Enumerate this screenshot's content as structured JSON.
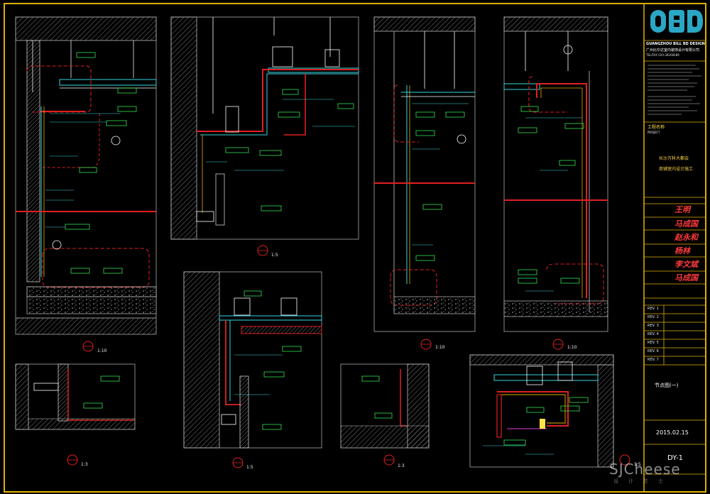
{
  "title_block": {
    "firm_english": "GUANGZHOU BILL BD DESIGN",
    "firm_chinese": "广州比尔达室内装饰设计有限公司",
    "firm_tel": "TEL/FAX  020-38208289",
    "project_label": "工程名称",
    "project_label_en": "PROJECT",
    "project_name_line1": "长沙万科大都会",
    "project_name_line2": "商铺室内设计施工",
    "drawing_title": "节点图(一)",
    "date": "2015.02.15",
    "drawing_number": "DY-1",
    "signatures": [
      "王明",
      "马成国",
      "赵永和",
      "杨林",
      "李文斌",
      "马成国"
    ],
    "revision_rows": [
      "REV. 1",
      "REV. 2",
      "REV. 3",
      "REV. 4",
      "REV. 5",
      "REV. 6",
      "REV. 7"
    ]
  },
  "scales": [
    "1:10",
    "1:5",
    "1:10",
    "1:10",
    "1:3",
    "1:5",
    "1:3",
    "1:5"
  ],
  "watermark": {
    "main": "SJCheese",
    "sub": "设计芝士"
  },
  "colors": {
    "frame": "#e0b000",
    "cyan": "#37d6e0",
    "green": "#38ff5a",
    "red": "#e02020",
    "white": "#eaeaea",
    "magenta": "#e040e0",
    "yellow": "#ffe24a"
  }
}
